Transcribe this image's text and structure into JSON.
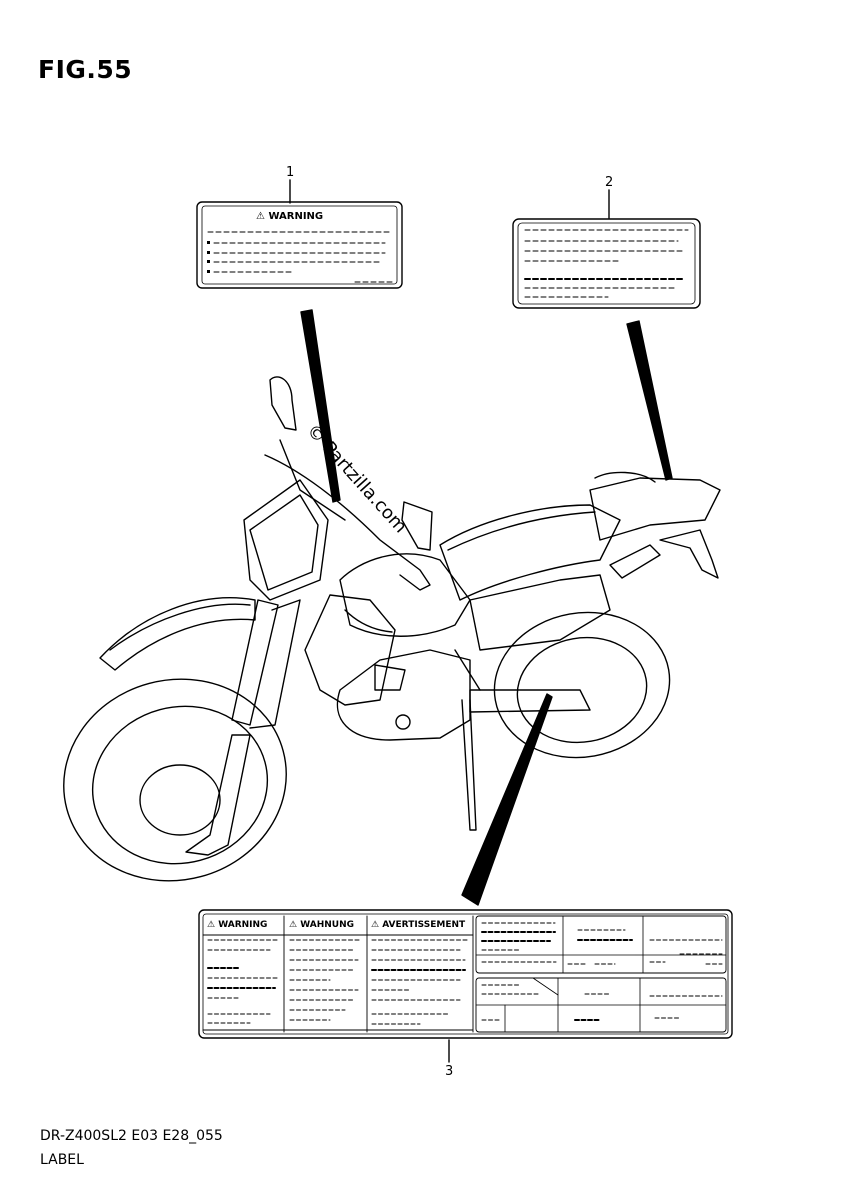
{
  "figure": {
    "title": "FIG.55"
  },
  "callouts": {
    "label_1": "1",
    "label_2": "2",
    "label_3": "3"
  },
  "labels": {
    "label1_heading": "⚠ WARNING",
    "label3_headings": [
      "⚠ WARNING",
      "⚠ WAHNUNG",
      "⚠ AVERTISSEMENT"
    ]
  },
  "watermark": "© Partzilla.com",
  "footer": {
    "model_code": "DR-Z400SL2 E03 E28_055",
    "section_name": "LABEL"
  },
  "colors": {
    "line": "#000000",
    "background": "#ffffff"
  }
}
